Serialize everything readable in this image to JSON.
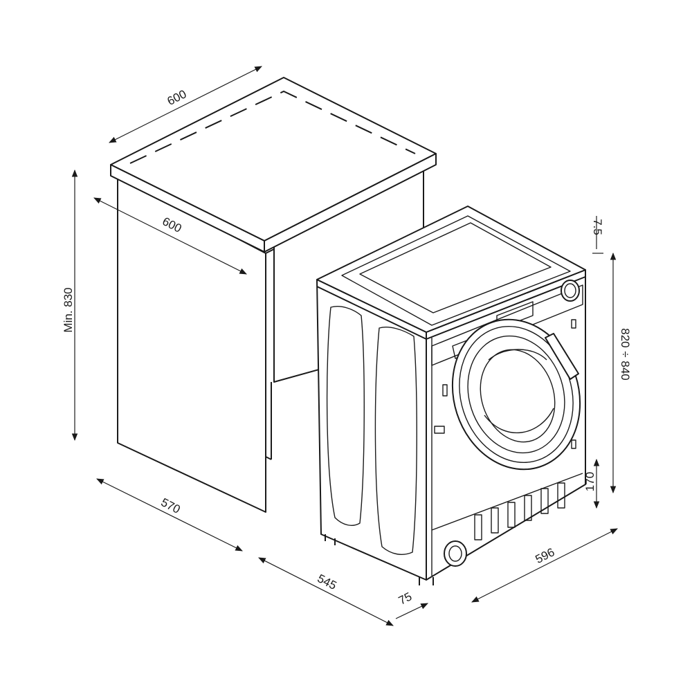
{
  "diagram": {
    "dimensions": {
      "cabinet_top_width": "600",
      "cabinet_inner_width": "600",
      "cabinet_min_height": "Min. 830",
      "cabinet_depth": "570",
      "machine_depth": "545",
      "door_offset": "75",
      "machine_width": "596",
      "top_gap": "7.5",
      "machine_height_range": "820 ÷ 840",
      "plinth_height": "170"
    }
  }
}
